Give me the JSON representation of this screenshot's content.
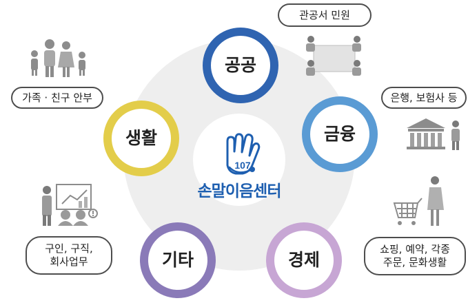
{
  "center": {
    "label": "손말이음센터",
    "number": "107"
  },
  "nodes": [
    {
      "label": "공공",
      "color": "#2f64b1",
      "tag": "관공서 민원"
    },
    {
      "label": "금융",
      "color": "#5a9bd4",
      "tag": "은행, 보험사 등"
    },
    {
      "label": "경제",
      "color": "#c7a6d4",
      "tag_lines": [
        "쇼핑, 예약, 각종",
        "주문, 문화생활"
      ]
    },
    {
      "label": "기타",
      "color": "#8a7ab8",
      "tag_lines": [
        "구인, 구직,",
        "회사업무"
      ]
    },
    {
      "label": "생활",
      "color": "#e3cd4a",
      "tag": "가족 · 친구 안부"
    }
  ]
}
